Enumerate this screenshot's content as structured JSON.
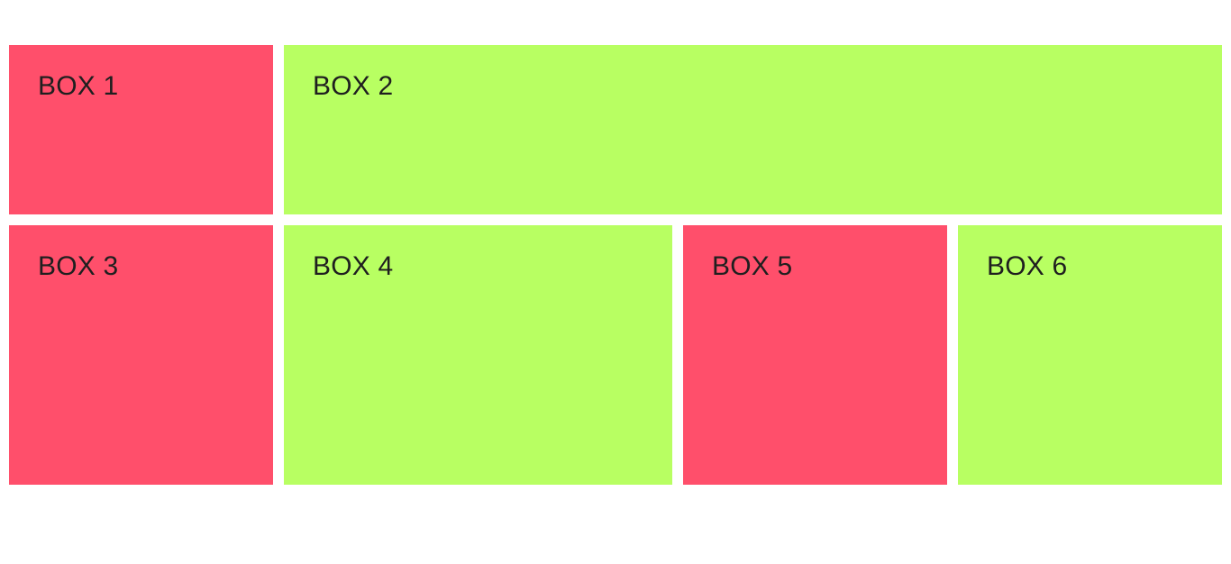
{
  "colors": {
    "red": "#ff4f6b",
    "green": "#b8ff62",
    "text": "#1f1f1f",
    "background": "#ffffff"
  },
  "boxes": [
    {
      "label": "BOX 1",
      "color": "#ff4f6b"
    },
    {
      "label": "BOX 2",
      "color": "#b8ff62"
    },
    {
      "label": "BOX 3",
      "color": "#ff4f6b"
    },
    {
      "label": "BOX 4",
      "color": "#b8ff62"
    },
    {
      "label": "BOX 5",
      "color": "#ff4f6b"
    },
    {
      "label": "BOX 6",
      "color": "#b8ff62"
    }
  ]
}
